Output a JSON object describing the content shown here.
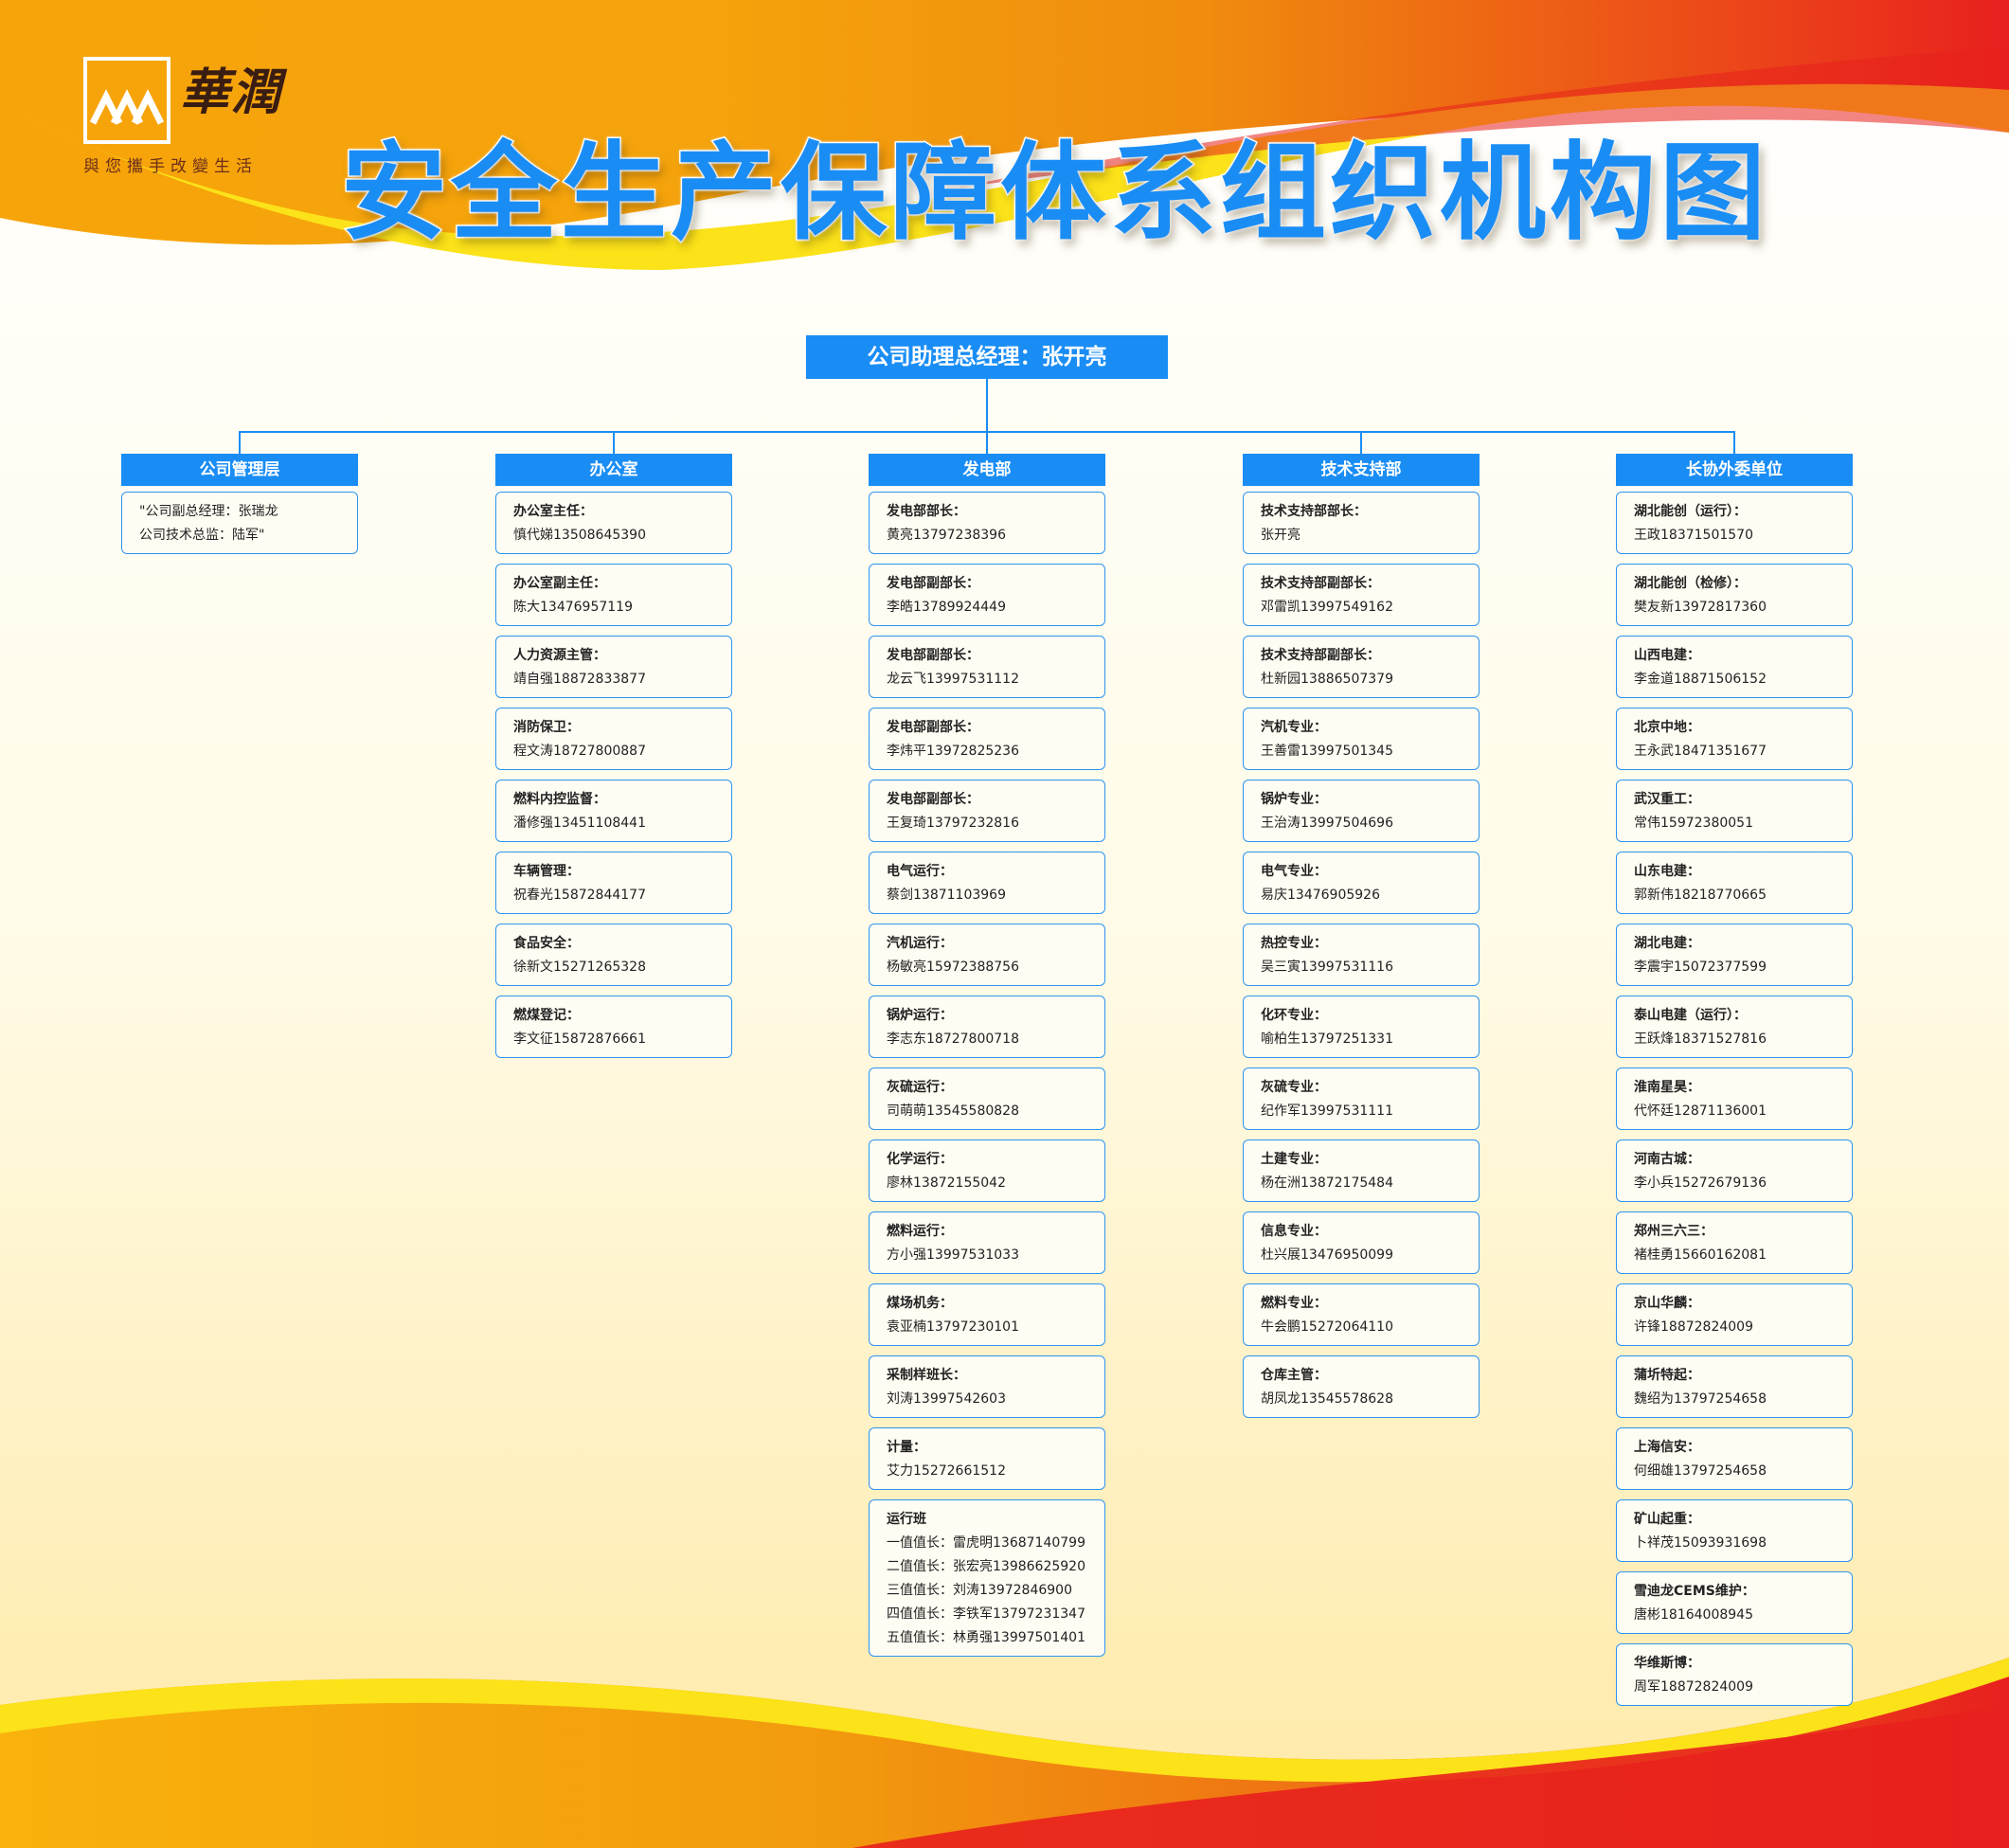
{
  "logo": {
    "name": "華潤",
    "slogan": "與您攜手改變生活"
  },
  "title": "安全生产保障体系组织机构图",
  "root": "公司助理总经理：张开亮",
  "departments": [
    {
      "name": "公司管理层",
      "cards": [
        {
          "lines": [
            "\"公司副总经理：张瑞龙",
            "公司技术总监：陆军\""
          ]
        }
      ]
    },
    {
      "name": "办公室",
      "cards": [
        {
          "title": "办公室主任：",
          "value": "慎代娣13508645390"
        },
        {
          "title": "办公室副主任：",
          "value": "陈大13476957119"
        },
        {
          "title": "人力资源主管：",
          "value": "靖自强18872833877"
        },
        {
          "title": "消防保卫：",
          "value": "程文涛18727800887"
        },
        {
          "title": "燃料内控监督：",
          "value": "潘修强13451108441"
        },
        {
          "title": "车辆管理：",
          "value": "祝春光15872844177"
        },
        {
          "title": "食品安全：",
          "value": "徐新文15271265328"
        },
        {
          "title": "燃煤登记：",
          "value": "李文征15872876661"
        }
      ]
    },
    {
      "name": "发电部",
      "cards": [
        {
          "title": "发电部部长：",
          "value": "黄亮13797238396"
        },
        {
          "title": "发电部副部长：",
          "value": "李皓13789924449"
        },
        {
          "title": "发电部副部长：",
          "value": "龙云飞13997531112"
        },
        {
          "title": "发电部副部长：",
          "value": "李炜平13972825236"
        },
        {
          "title": "发电部副部长：",
          "value": "王复琦13797232816"
        },
        {
          "title": "电气运行：",
          "value": "蔡剑13871103969"
        },
        {
          "title": "汽机运行：",
          "value": "杨敏亮15972388756"
        },
        {
          "title": "锅炉运行：",
          "value": "李志东18727800718"
        },
        {
          "title": "灰硫运行：",
          "value": "司萌萌13545580828"
        },
        {
          "title": "化学运行：",
          "value": "廖林13872155042"
        },
        {
          "title": "燃料运行：",
          "value": "方小强13997531033"
        },
        {
          "title": "煤场机务：",
          "value": "袁亚楠13797230101"
        },
        {
          "title": "采制样班长：",
          "value": "刘涛13997542603"
        },
        {
          "title": "计量：",
          "value": "艾力15272661512"
        },
        {
          "title": "运行班",
          "lines": [
            "一值值长：雷虎明13687140799",
            "二值值长：张宏亮13986625920",
            "三值值长：刘涛13972846900",
            "四值值长：李铁军13797231347",
            "五值值长：林勇强13997501401"
          ]
        }
      ]
    },
    {
      "name": "技术支持部",
      "cards": [
        {
          "title": "技术支持部部长：",
          "value": "张开亮"
        },
        {
          "title": "技术支持部副部长：",
          "value": "邓雷凯13997549162"
        },
        {
          "title": "技术支持部副部长：",
          "value": "杜新园13886507379"
        },
        {
          "title": "汽机专业：",
          "value": "王善雷13997501345"
        },
        {
          "title": "锅炉专业：",
          "value": "王治涛13997504696"
        },
        {
          "title": "电气专业：",
          "value": "易庆13476905926"
        },
        {
          "title": "热控专业：",
          "value": "吴三寅13997531116"
        },
        {
          "title": "化环专业：",
          "value": "喻柏生13797251331"
        },
        {
          "title": "灰硫专业：",
          "value": "纪作军13997531111"
        },
        {
          "title": "土建专业：",
          "value": "杨在洲13872175484"
        },
        {
          "title": "信息专业：",
          "value": "杜兴展13476950099"
        },
        {
          "title": "燃料专业：",
          "value": "牛会鹏15272064110"
        },
        {
          "title": "仓库主管：",
          "value": "胡凤龙13545578628"
        }
      ]
    },
    {
      "name": "长协外委单位",
      "cards": [
        {
          "title": "湖北能创（运行）：",
          "value": "王政18371501570"
        },
        {
          "title": "湖北能创（检修）：",
          "value": "樊友新13972817360"
        },
        {
          "title": "山西电建：",
          "value": "李金道18871506152"
        },
        {
          "title": "北京中地：",
          "value": "王永武18471351677"
        },
        {
          "title": "武汉重工：",
          "value": "常伟15972380051"
        },
        {
          "title": "山东电建：",
          "value": "郭新伟18218770665"
        },
        {
          "title": "湖北电建：",
          "value": "李震宇15072377599"
        },
        {
          "title": "泰山电建（运行）：",
          "value": "王跃烽18371527816"
        },
        {
          "title": "淮南星昊：",
          "value": "代怀廷12871136001"
        },
        {
          "title": "河南古城：",
          "value": "李小兵15272679136"
        },
        {
          "title": "郑州三六三：",
          "value": "褚桂勇15660162081"
        },
        {
          "title": "京山华麟：",
          "value": "许锋18872824009"
        },
        {
          "title": "蒲圻特起：",
          "value": "魏绍为13797254658"
        },
        {
          "title": "上海信安：",
          "value": "何细雄13797254658"
        },
        {
          "title": "矿山起重：",
          "value": "卜祥茂15093931698"
        },
        {
          "title": "雪迪龙CEMS维护：",
          "value": "唐彬18164008945"
        },
        {
          "title": "华维斯博：",
          "value": "周军18872824009"
        }
      ]
    }
  ]
}
